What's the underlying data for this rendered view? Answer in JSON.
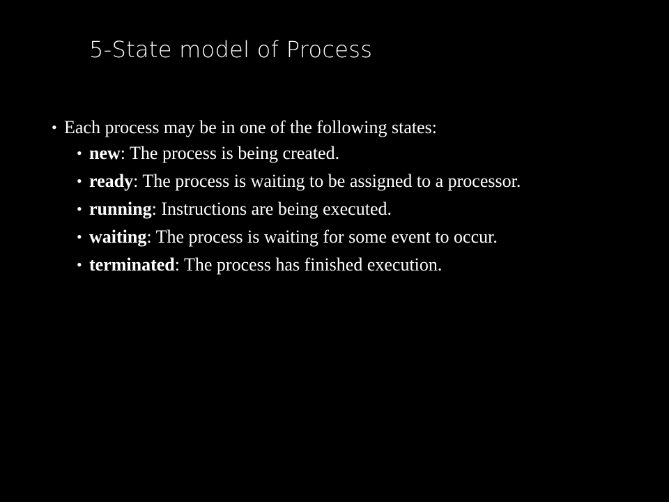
{
  "title": "5-State model of Process",
  "intro": "Each process may be in one of the following states:",
  "bullet_char": "•",
  "states": [
    {
      "term": "new",
      "desc": ":  The process is being created."
    },
    {
      "term": "ready",
      "desc": ":  The process is waiting to be assigned to a processor."
    },
    {
      "term": "running",
      "desc": ":  Instructions are being executed."
    },
    {
      "term": "waiting",
      "desc": ":  The process is waiting for some event to occur."
    },
    {
      "term": "terminated",
      "desc": ":  The process has finished execution."
    }
  ]
}
